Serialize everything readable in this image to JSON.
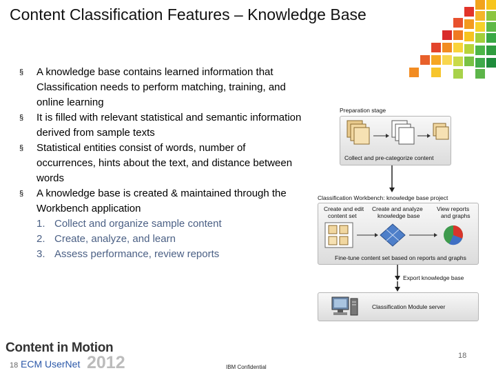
{
  "slide": {
    "title": "Content Classification Features – Knowledge Base",
    "bullets": [
      "A knowledge base contains learned information that Classification needs to perform matching, training, and online learning",
      "It is filled with relevant statistical and semantic information derived from sample texts",
      "Statistical entities consist of words, number of occurrences, hints about the text, and distance between words",
      "A knowledge base is created & maintained through the Workbench application"
    ],
    "bullet_marker": "§",
    "steps": [
      {
        "num": "1.",
        "text": "Collect and organize sample content"
      },
      {
        "num": "2.",
        "text": "Create, analyze, and learn"
      },
      {
        "num": "3.",
        "text": "Assess performance, review reports"
      }
    ],
    "colors": {
      "step_text": "#4a5f84",
      "logo_blue": "#2a57a8"
    }
  },
  "diagram": {
    "preparation_stage": "Preparation stage",
    "collect_label": "Collect and pre-categorize content",
    "workbench_title": "Classification Workbench: knowledge base project",
    "col1_line1": "Create and edit",
    "col1_line2": "content set",
    "col2_line1": "Create and analyze",
    "col2_line2": "knowledge base",
    "col3_line1": "View reports",
    "col3_line2": "and graphs",
    "finetune_label": "Fine-tune content set based on reports and graphs",
    "export_label": "Export knowledge base",
    "server_label": "Classification Module server"
  },
  "footer": {
    "logo_line1": "Content in Motion",
    "logo_num": "18",
    "logo_usernet": "ECM UserNet",
    "logo_year": "2012",
    "page_number": "18",
    "confidential": "IBM Confidential"
  }
}
